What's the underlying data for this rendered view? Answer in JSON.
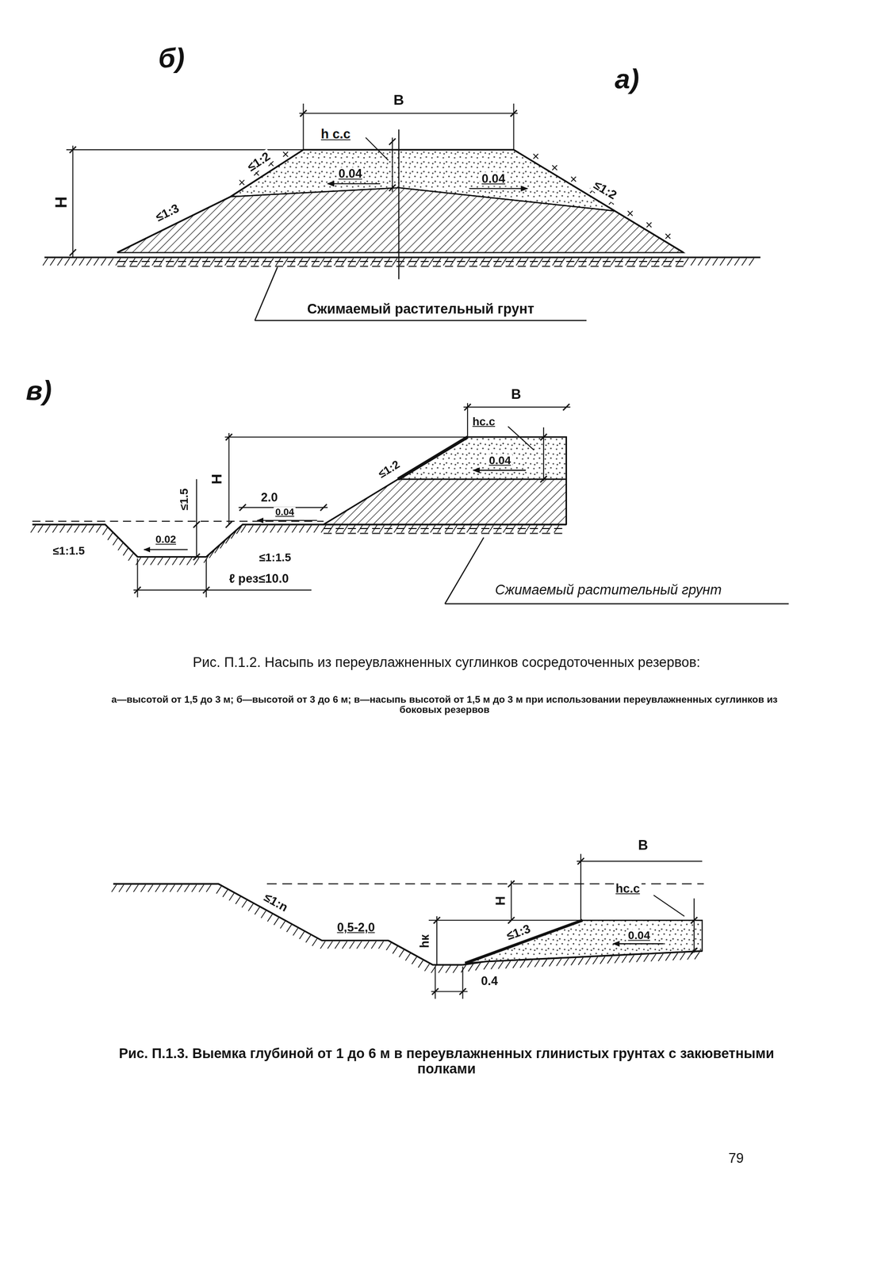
{
  "diagram": {
    "caption": "Рис. П.1.2. Насыпь из переувлажненных суглинков сосредоточенных резервов:",
    "labels": [
      "б)",
      "а)",
      "B",
      "h с.с",
      "H",
      "≤1:2",
      "0.04",
      "0.04",
      "≤1:3",
      "≤1:2",
      "Сжимаемый растительный грунт",
      "в)",
      "B",
      "hс.с",
      "0.04",
      "≤1:2",
      "H",
      "≤1.5",
      "2.0",
      "0.04",
      "0.02",
      "≤1:1.5",
      "≤1:1.5",
      "ℓ рез≤10.0",
      "Сжимаемый растительный грунт",
      "а—высотой от 1,5 до 3 м; б—высотой от 3 до 6 м; в—насыпь высотой от 1,5 м до 3 м при использовании переувлажненных суглинков из боковых резервов",
      "B",
      "hс.с",
      "H",
      "≤1:n",
      "0,5-2,0",
      "hк",
      "≤1:3",
      "0.04",
      "0.4",
      "Рис. П.1.3. Выемка глубиной от 1 до 6 м в переувлажненных глинистых грунтах с закюветными полками",
      "79"
    ]
  }
}
